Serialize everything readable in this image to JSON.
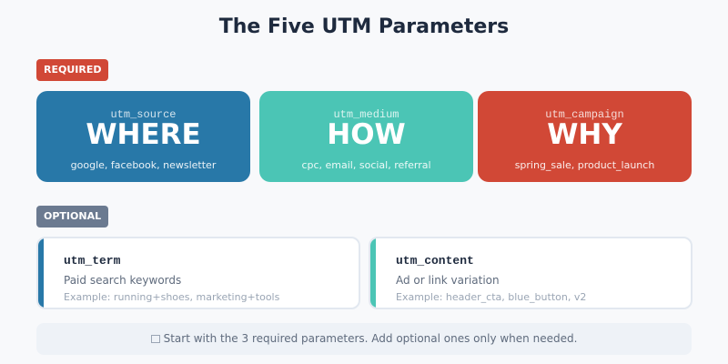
{
  "title": "The Five UTM Parameters",
  "required": {
    "badge": "REQUIRED",
    "color": "#d14836",
    "cards": [
      {
        "param": "utm_source",
        "label": "WHERE",
        "examples": "google, facebook, newsletter",
        "color": "#2878a8"
      },
      {
        "param": "utm_medium",
        "label": "HOW",
        "examples": "cpc, email, social, referral",
        "color": "#4bc5b5"
      },
      {
        "param": "utm_campaign",
        "label": "WHY",
        "examples": "spring_sale, product_launch",
        "color": "#d14836"
      }
    ]
  },
  "optional": {
    "badge": "OPTIONAL",
    "color": "#6b7a90",
    "cards": [
      {
        "param": "utm_term",
        "description": "Paid search keywords",
        "example": "Example: running+shoes, marketing+tools",
        "accent": "#2878a8"
      },
      {
        "param": "utm_content",
        "description": "Ad or link variation",
        "example": "Example: header_cta, blue_button, v2",
        "accent": "#4bc5b5"
      }
    ]
  },
  "tip": {
    "icon": "lightbulb-icon",
    "text": "Start with the 3 required parameters. Add optional ones only when needed."
  }
}
